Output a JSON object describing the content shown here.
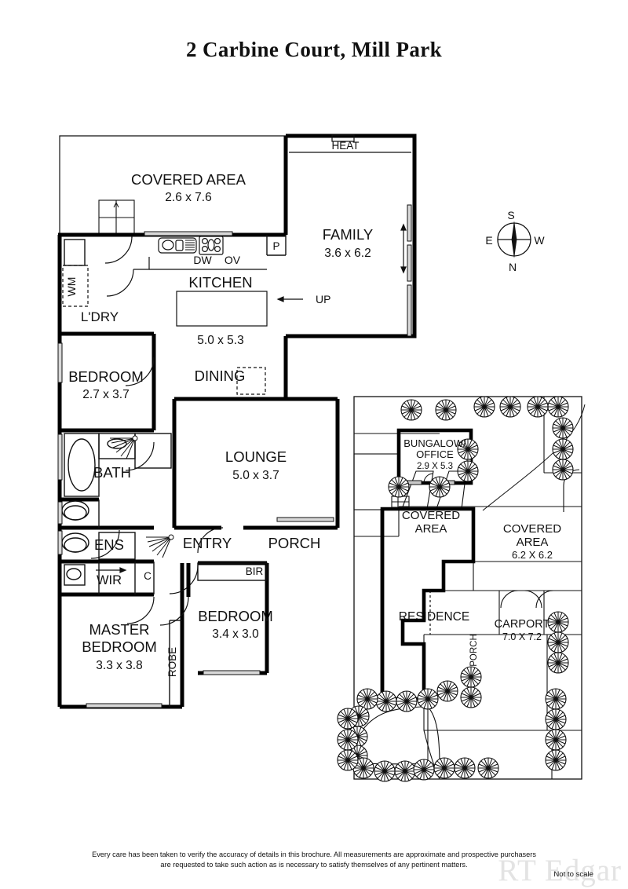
{
  "title": "2 Carbine Court, Mill Park",
  "compass": {
    "top": "S",
    "bottom": "N",
    "left": "E",
    "right": "W"
  },
  "floor_plan": {
    "rooms": [
      {
        "key": "covered_area_top",
        "name": "COVERED AREA",
        "dim": "2.6 x 7.6"
      },
      {
        "key": "family",
        "name": "FAMILY",
        "dim": "3.6 x 6.2"
      },
      {
        "key": "kitchen",
        "name": "KITCHEN",
        "dim": "5.0 x 5.3"
      },
      {
        "key": "bedroom2",
        "name": "BEDROOM",
        "dim": "2.7 x 3.7"
      },
      {
        "key": "lounge",
        "name": "LOUNGE",
        "dim": "5.0 x 3.7"
      },
      {
        "key": "master",
        "name_line1": "MASTER",
        "name_line2": "BEDROOM",
        "dim": "3.3 x 3.8"
      },
      {
        "key": "bedroom3",
        "name": "BEDROOM",
        "dim": "3.4 x 3.0"
      },
      {
        "key": "dining",
        "name": "DINING",
        "dim": ""
      },
      {
        "key": "entry",
        "name": "ENTRY",
        "dim": ""
      },
      {
        "key": "porch",
        "name": "PORCH",
        "dim": ""
      },
      {
        "key": "laundry",
        "name": "L'DRY",
        "dim": ""
      },
      {
        "key": "bath",
        "name": "BATH",
        "dim": ""
      },
      {
        "key": "ens",
        "name": "ENS",
        "dim": ""
      },
      {
        "key": "wir",
        "name": "WIR",
        "dim": ""
      }
    ],
    "annotations": [
      {
        "key": "heat",
        "label": "HEAT"
      },
      {
        "key": "up",
        "label": "UP"
      },
      {
        "key": "dw",
        "label": "DW"
      },
      {
        "key": "ov",
        "label": "OV"
      },
      {
        "key": "p",
        "label": "P"
      },
      {
        "key": "wm",
        "label": "WM"
      },
      {
        "key": "c",
        "label": "C"
      },
      {
        "key": "bir",
        "label": "BIR"
      },
      {
        "key": "robe",
        "label": "ROBE"
      }
    ]
  },
  "site_plan": {
    "areas": [
      {
        "key": "bungalow",
        "name_line1": "BUNGALOW/",
        "name_line2": "OFFICE",
        "dim": "2.9 X 5.3"
      },
      {
        "key": "covered_a",
        "name_line1": "COVERED",
        "name_line2": "AREA",
        "dim": ""
      },
      {
        "key": "covered_b",
        "name_line1": "COVERED",
        "name_line2": "AREA",
        "dim": "6.2 X 6.2"
      },
      {
        "key": "residence",
        "name": "RESIDENCE",
        "dim": ""
      },
      {
        "key": "carport",
        "name": "CARPORT",
        "dim": "7.0 X 7.2"
      },
      {
        "key": "porch",
        "name": "PORCH",
        "dim": ""
      }
    ]
  },
  "footer": {
    "line1": "Every care has been taken to verify the accuracy of details in this brochure.  All measurements are approximate and prospective purchasers",
    "line2": "are requested to take such action as is necessary to satisfy themselves of any pertinent matters.",
    "not_to_scale": "Not to scale",
    "watermark": "RT Edgar"
  },
  "colors": {
    "ink": "#111111",
    "wall": "#000000",
    "watermark": "#e3e3e3",
    "glass": "#c8c8c8"
  }
}
